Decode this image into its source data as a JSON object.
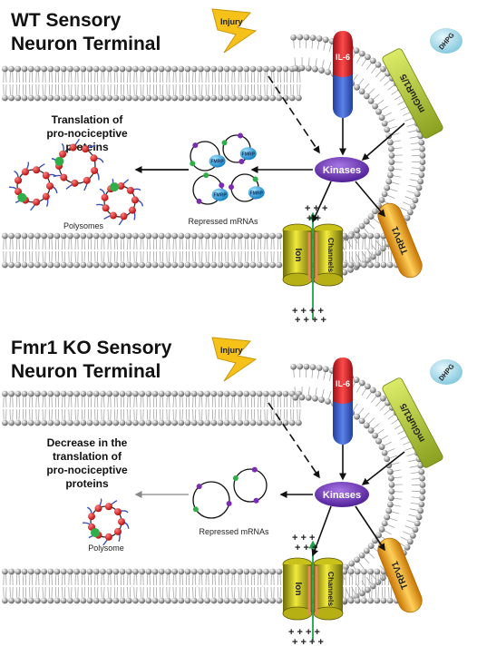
{
  "panels": [
    {
      "title_line1": "WT Sensory",
      "title_line2": "Neuron Terminal",
      "injury": "Injury",
      "il6": "IL-6",
      "dhpg": "DHPG",
      "mglur": "mGluR1/5",
      "kinases": "Kinases",
      "trpv1": "TRPV1",
      "ion": "Ion",
      "channels": "Channels",
      "left_caption": [
        "Translation of",
        "pro-nociceptive",
        "proteins"
      ],
      "polysome_label": "Polysomes",
      "mrna_label": "Repressed mRNAs",
      "fmrp": "FMRP"
    },
    {
      "title_line1": "Fmr1 KO Sensory",
      "title_line2": "Neuron Terminal",
      "injury": "Injury",
      "il6": "IL-6",
      "dhpg": "DHPG",
      "mglur": "mGluR1/5",
      "kinases": "Kinases",
      "trpv1": "TRPV1",
      "ion": "Ion",
      "channels": "Channels",
      "left_caption": [
        "Decrease in the",
        "translation of",
        "pro-nociceptive",
        "proteins"
      ],
      "polysome_label": "Polysome",
      "mrna_label": "Repressed mRNAs"
    }
  ],
  "colors": {
    "membrane_head": "#a9a9a9",
    "il6_top": "#c8202a",
    "il6_body": "#3a5fc4",
    "mglur": "#b9cf3a",
    "dhpg": "#a9dcea",
    "kinases": "#6a2fb0",
    "trpv1": "#f3a51a",
    "ion_channel": "#d8cf1c",
    "fmrp": "#2aa7e0",
    "ribosome": "#e01b1b",
    "green_dot": "#2fae4a",
    "purple_dot": "#7a2db0",
    "injury": "#f6c21a"
  }
}
